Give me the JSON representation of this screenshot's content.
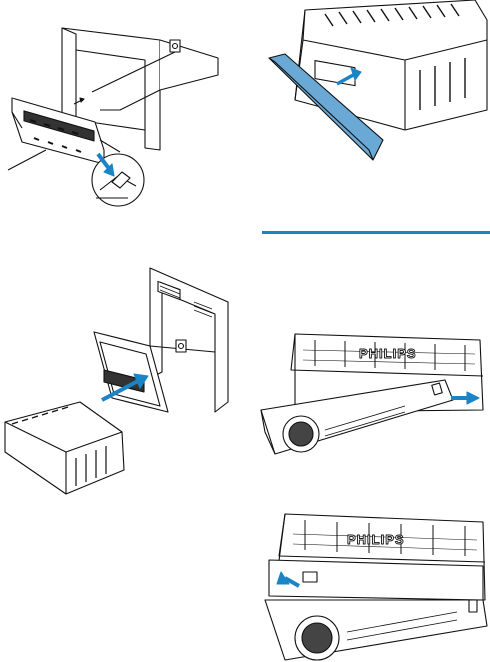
{
  "page": {
    "background": "#ffffff",
    "accent_color": "#1a84c6",
    "line_color": "#111111"
  },
  "figures": [
    {
      "id": "mount-bracket",
      "label": ""
    },
    {
      "id": "remove-trim-frame",
      "label": ""
    },
    {
      "id": "insert-unit",
      "label": ""
    },
    {
      "id": "remove-front-panel",
      "label": ""
    },
    {
      "id": "attach-front-panel",
      "label": ""
    }
  ],
  "brand": {
    "panel_4_logo": "PHILIPS",
    "panel_5_logo": "PHILIPS"
  },
  "icons": [
    "install-arrow-icon",
    "press-arrow-icon",
    "release-arrow-icon"
  ]
}
